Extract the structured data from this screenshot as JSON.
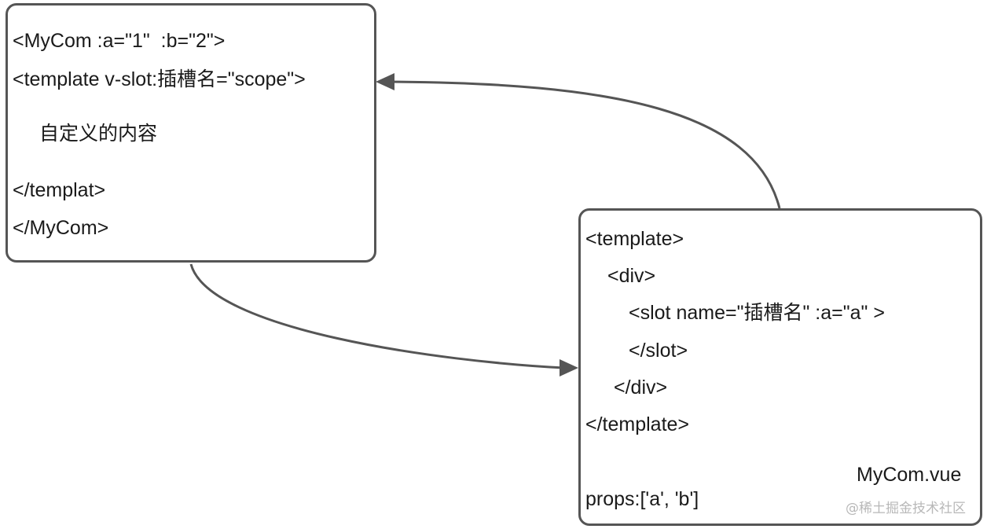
{
  "left_box": {
    "lines": [
      "<MyCom :a=\"1\"  :b=\"2\">",
      "<template v-slot:插槽名=\"scope\">",
      "自定义的内容",
      "</templat>",
      "</MyCom>"
    ]
  },
  "right_box": {
    "lines": [
      "<template>",
      "<div>",
      "<slot name=\"插槽名\" :a=\"a\" >",
      "</slot>",
      "</div>",
      "</template>"
    ],
    "filename": "MyCom.vue",
    "props": "props:['a', 'b']"
  },
  "watermark": "@稀土掘金技术社区",
  "colors": {
    "border": "#555555",
    "arrow": "#555555",
    "text": "#1a1a1a",
    "watermark": "#b8b8b8"
  }
}
